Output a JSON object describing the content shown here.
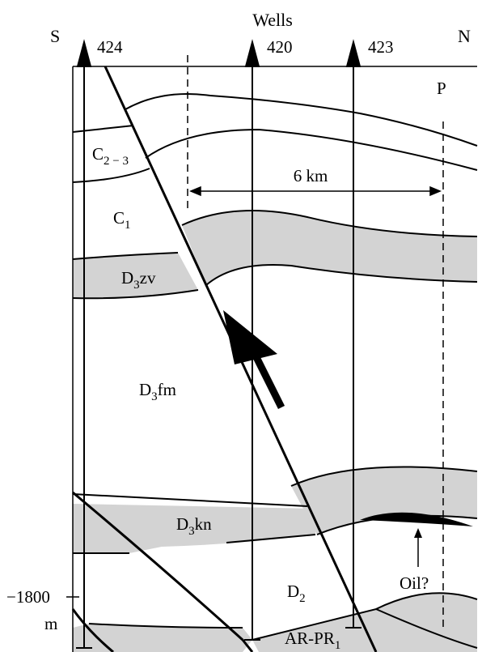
{
  "header": {
    "wells_title": "Wells",
    "south": "S",
    "north": "N",
    "wells": [
      "424",
      "420",
      "423"
    ],
    "profile_marker": "P"
  },
  "scale": {
    "distance_label": "6 km"
  },
  "depth": {
    "value": "−1800",
    "unit": "m"
  },
  "units": [
    {
      "base": "C",
      "sub": "2 − 3",
      "tail": ""
    },
    {
      "base": "C",
      "sub": "1",
      "tail": ""
    },
    {
      "base": "D",
      "sub": "3",
      "tail": "zv"
    },
    {
      "base": "D",
      "sub": "3",
      "tail": "fm"
    },
    {
      "base": "D",
      "sub": "3",
      "tail": "kn"
    },
    {
      "base": "D",
      "sub": "2",
      "tail": ""
    },
    {
      "base": "AR-PR",
      "sub": "1",
      "tail": ""
    }
  ],
  "annotations": {
    "oil_label": "Oil?"
  },
  "colors": {
    "shaded_layer": "#d3d3d3",
    "oil": "#000000",
    "line": "#000000"
  }
}
